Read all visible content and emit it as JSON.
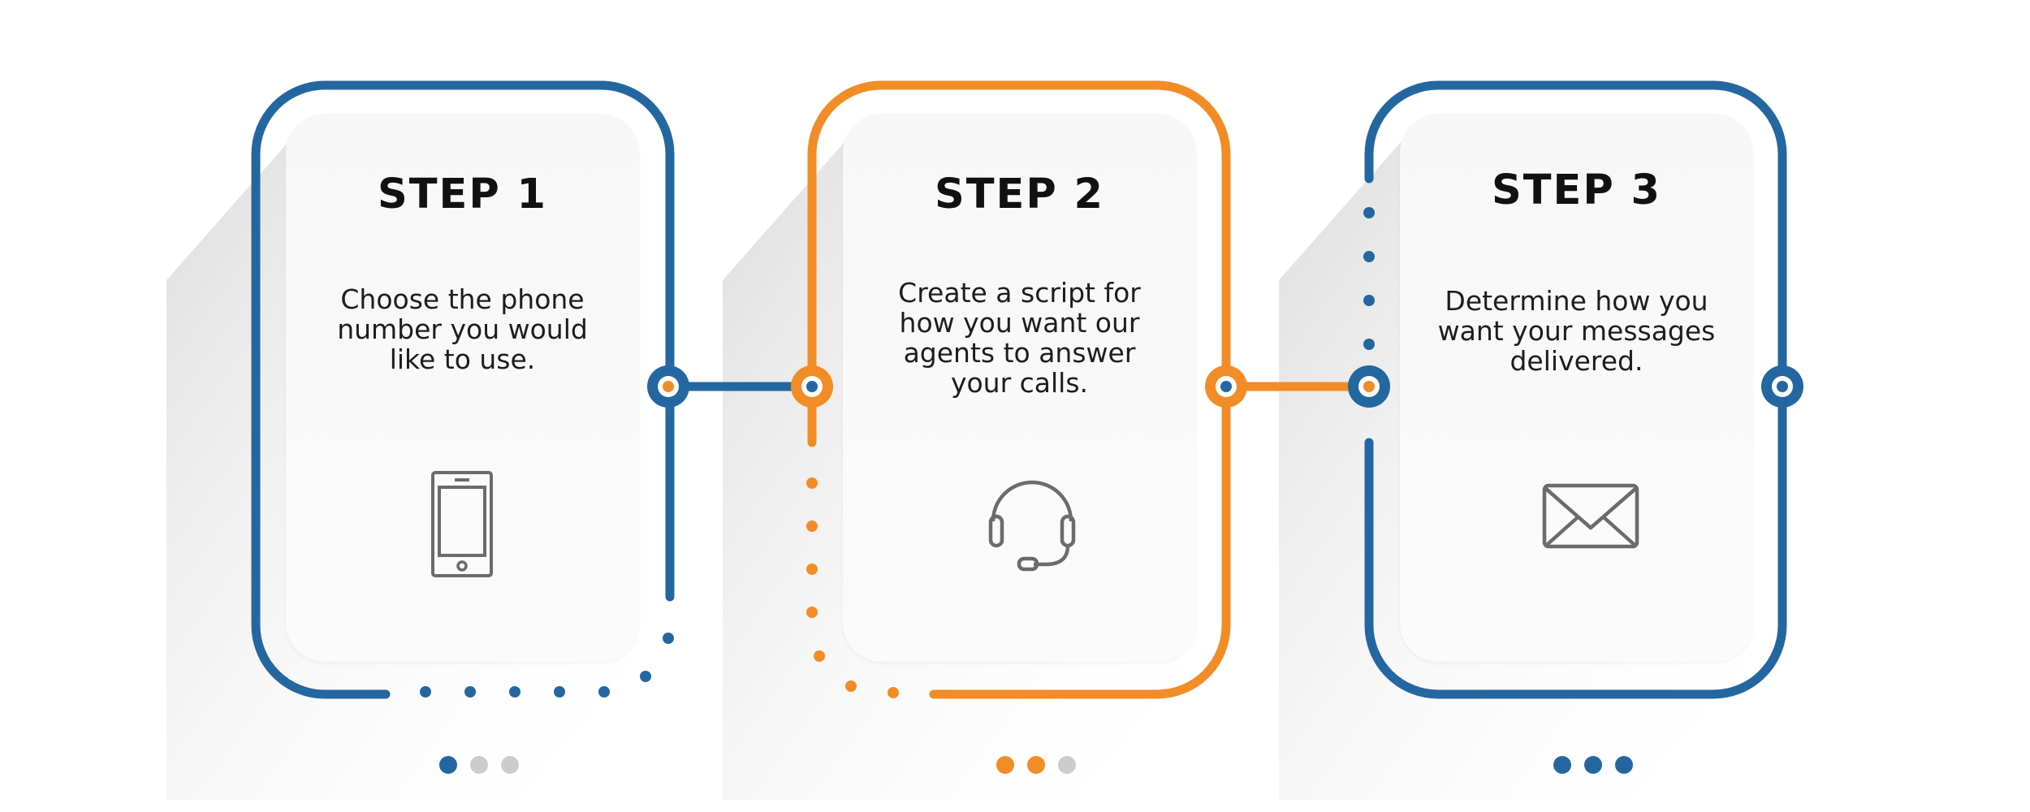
{
  "colors": {
    "blue": "#2467a0",
    "orange": "#f28c26",
    "grey": "#cccccc",
    "icon": "#6b6b6b"
  },
  "steps": [
    {
      "title": "STEP 1",
      "description": "Choose the phone number you would like to use.",
      "icon": "smartphone-icon",
      "accent": "blue"
    },
    {
      "title": "STEP 2",
      "description": "Create a script for how you want our agents to answer your calls.",
      "icon": "headset-icon",
      "accent": "orange"
    },
    {
      "title": "STEP 3",
      "description": "Determine how you want your messages delivered.",
      "icon": "envelope-icon",
      "accent": "blue"
    }
  ],
  "progress": [
    {
      "active": 1,
      "total": 3
    },
    {
      "active": 2,
      "total": 3
    },
    {
      "active": 3,
      "total": 3
    }
  ]
}
